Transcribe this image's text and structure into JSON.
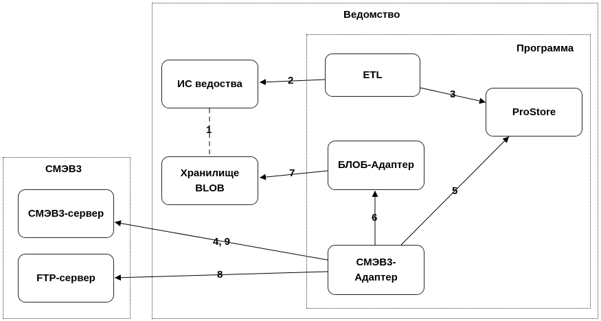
{
  "groups": {
    "vedomstvo": "Ведомство",
    "programma": "Программа",
    "smev": "СМЭВ3"
  },
  "nodes": {
    "is": "ИС ведоства",
    "blob_line1": "Хранилище",
    "blob_line2": "BLOB",
    "etl": "ETL",
    "prostore": "ProStore",
    "blob_adapter": "БЛОБ-Адаптер",
    "smev_adapter_line1": "СМЭВ3-",
    "smev_adapter_line2": "Адаптер",
    "smev_server": "СМЭВ3-сервер",
    "ftp_server": "FTP-сервер"
  },
  "edges": {
    "e1": "1",
    "e2": "2",
    "e3": "3",
    "e4": "4, 9",
    "e5": "5",
    "e6": "6",
    "e7": "7",
    "e8": "8"
  }
}
